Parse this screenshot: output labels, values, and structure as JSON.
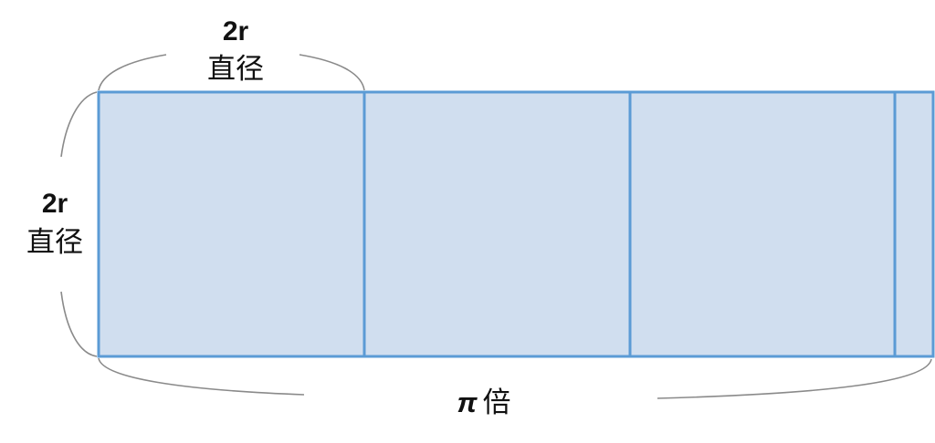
{
  "top_label": {
    "value": "2r",
    "name": "直径"
  },
  "left_label": {
    "value": "2r",
    "name": "直径"
  },
  "bottom_label": {
    "symbol": "π",
    "suffix": "倍"
  },
  "colors": {
    "fill": "#d0deef",
    "stroke": "#5b9bd5",
    "brace": "#8a8a8a"
  }
}
